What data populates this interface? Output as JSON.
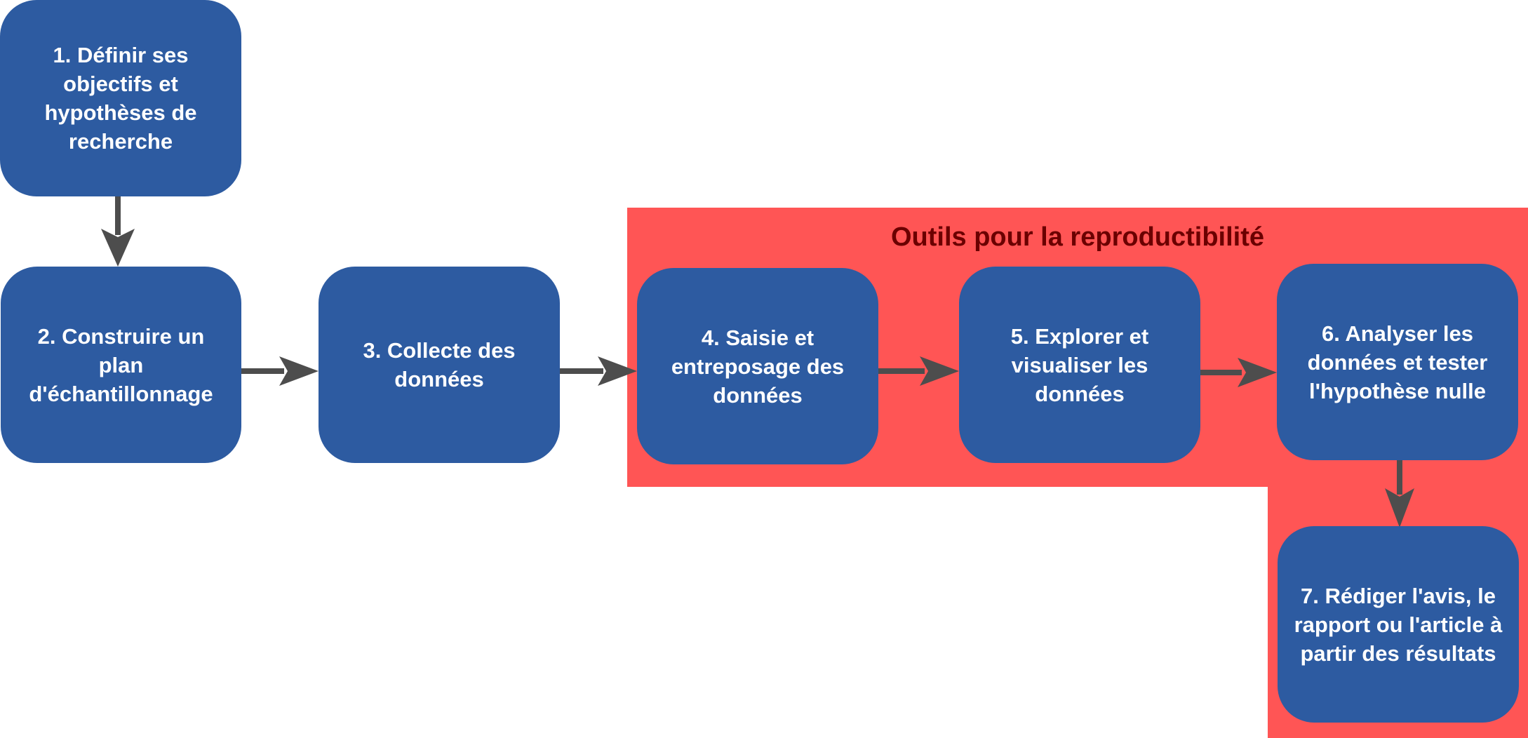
{
  "region": {
    "title": "Outils pour la reproductibilité",
    "color": "#ff5555",
    "title_color": "#6b0000"
  },
  "steps": [
    {
      "label": "1. Définir ses objectifs et hypothèses de recherche"
    },
    {
      "label": "2. Construire un plan d'échantillonnage"
    },
    {
      "label": "3. Collecte des données"
    },
    {
      "label": "4. Saisie et entreposage des données"
    },
    {
      "label": "5. Explorer et visualiser les données"
    },
    {
      "label": "6. Analyser les données et tester l'hypothèse nulle"
    },
    {
      "label": "7. Rédiger l'avis, le rapport ou l'article à partir des résultats"
    }
  ],
  "colors": {
    "step_fill": "#2d5ba1",
    "step_text": "#ffffff",
    "arrow": "#4d4d4d"
  }
}
